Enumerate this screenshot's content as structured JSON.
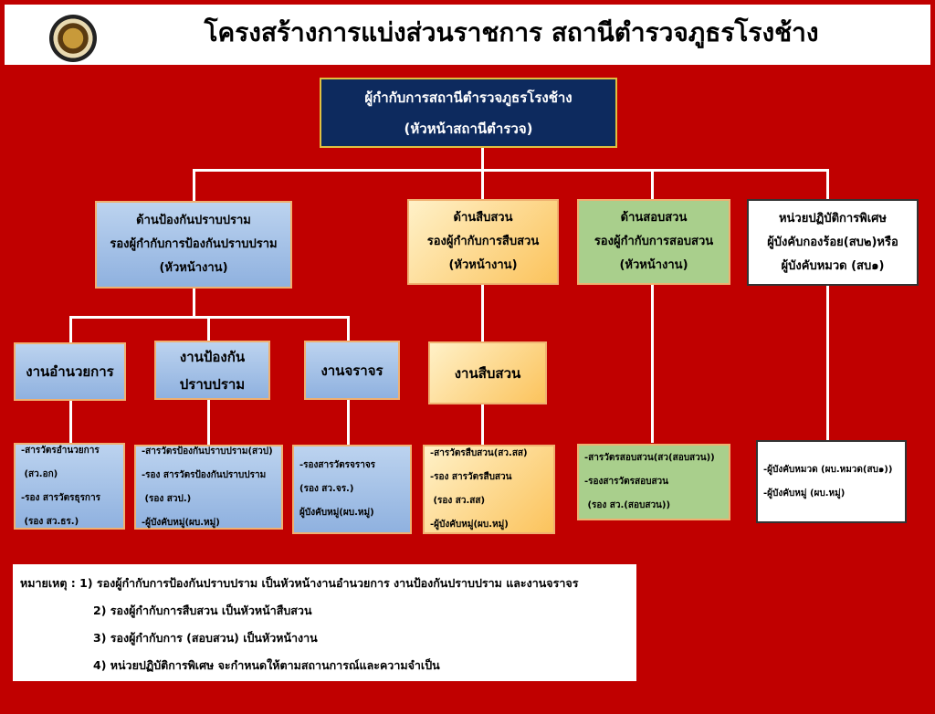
{
  "title": "โครงสร้างการแบ่งส่วนราชการ สถานีตำรวจภูธรโรงช้าง",
  "head": {
    "line1": "ผู้กำกับการสถานีตำรวจภูธรโรงช้าง",
    "line2": "(หัวหน้าสถานีตำรวจ)"
  },
  "divisions": [
    {
      "lines": [
        "ด้านป้องกันปราบปราม",
        "รองผู้กำกับการป้องกันปราบปราม",
        "(หัวหน้างาน)"
      ]
    },
    {
      "lines": [
        "ด้านสืบสวน",
        "รองผู้กำกับการสืบสวน",
        "(หัวหน้างาน)"
      ]
    },
    {
      "lines": [
        "ด้านสอบสวน",
        "รองผู้กำกับการสอบสวน",
        "(หัวหน้างาน)"
      ]
    },
    {
      "lines": [
        "หน่วยปฏิบัติการพิเศษ",
        "ผู้บังคับกองร้อย(สบ๒)หรือ",
        "ผู้บังคับหมวด (สบ๑)"
      ]
    }
  ],
  "units": [
    {
      "lines": [
        "งานอำนวยการ"
      ]
    },
    {
      "lines": [
        "งานป้องกัน",
        "ปราบปราม"
      ]
    },
    {
      "lines": [
        "งานจราจร"
      ]
    },
    {
      "lines": [
        "งานสืบสวน"
      ]
    }
  ],
  "details": [
    {
      "lines": [
        "-สารวัตรอำนวยการ",
        " (สว.อก)",
        "-รอง สารวัตรธุรการ",
        " (รอง สว.ธร.)"
      ]
    },
    {
      "lines": [
        "-สารวัตรป้องกันปราบปราม(สวป)",
        "-รอง สารวัตรป้องกันปราบปราม",
        " (รอง สวป.)",
        "-ผู้บังคับหมู่(ผบ.หมู่)"
      ]
    },
    {
      "lines": [
        "-รองสารวัตรจราจร",
        "(รอง สว.จร.)",
        "ผู้บังคับหมู่(ผบ.หมู่)"
      ]
    },
    {
      "lines": [
        "-สารวัตรสืบสวน(สว.สส)",
        "-รอง สารวัตรสืบสวน",
        " (รอง สว.สส)",
        "-ผู้บังคับหมู่(ผบ.หมู่)"
      ]
    },
    {
      "lines": [
        "-สารวัตรสอบสวน(สว(สอบสวน))",
        "-รองสารวัตรสอบสวน",
        " (รอง สว.(สอบสวน))"
      ]
    },
    {
      "lines": [
        "-ผู้บังคับหมวด (ผบ.หมวด(สบ๑))",
        "-ผู้บังคับหมู่ (ผบ.หมู่)"
      ]
    }
  ],
  "notes": [
    "หมายเหตุ : 1) รองผู้กำกับการป้องกันปราบปราม เป็นหัวหน้างานอำนวยการ งานป้องกันปราบปราม และงานจราจร",
    "2) รองผู้กำกับการสืบสวน เป็นหัวหน้าสืบสวน",
    "3) รองผู้กำกับการ (สอบสวน) เป็นหัวหน้างาน",
    "4) หน่วยปฏิบัติการพิเศษ จะกำหนดให้ตามสถานการณ์และความจำเป็น"
  ]
}
